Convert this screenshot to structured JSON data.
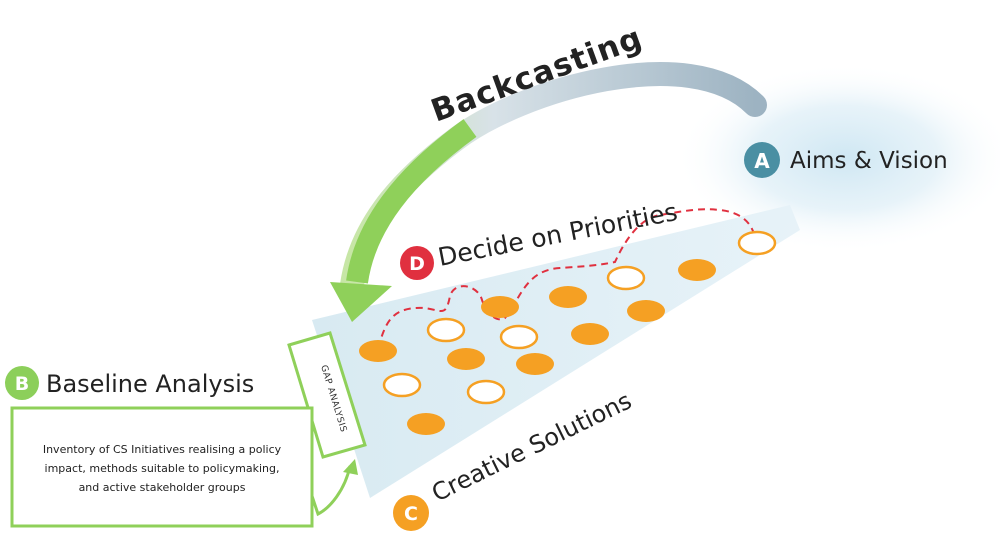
{
  "diagram": {
    "backcasting_label": "Backcasting",
    "stages": [
      {
        "letter": "A",
        "label": "Aims & Vision",
        "color": "#4a8fa3"
      },
      {
        "letter": "B",
        "label": "Baseline Analysis",
        "color": "#8ccf5a"
      },
      {
        "letter": "C",
        "label": "Creative Solutions",
        "color": "#f5a023"
      },
      {
        "letter": "D",
        "label": "Decide on Priorities",
        "color": "#e0303f"
      }
    ],
    "gap_analysis_label": "GAP ANALYSIS",
    "baseline_box": {
      "line1": "Inventory of CS Initiatives realising a policy",
      "line2": "impact, methods suitable to policymaking,",
      "line3": "and active stakeholder groups"
    },
    "colors": {
      "green_arrow": "#8fd05a",
      "grey_arrow": "#a9bcc9",
      "funnel": "#dcecf3",
      "orange": "#f5a023",
      "dashed": "#e0303f",
      "vision_glow": "#cfe7f3"
    }
  }
}
